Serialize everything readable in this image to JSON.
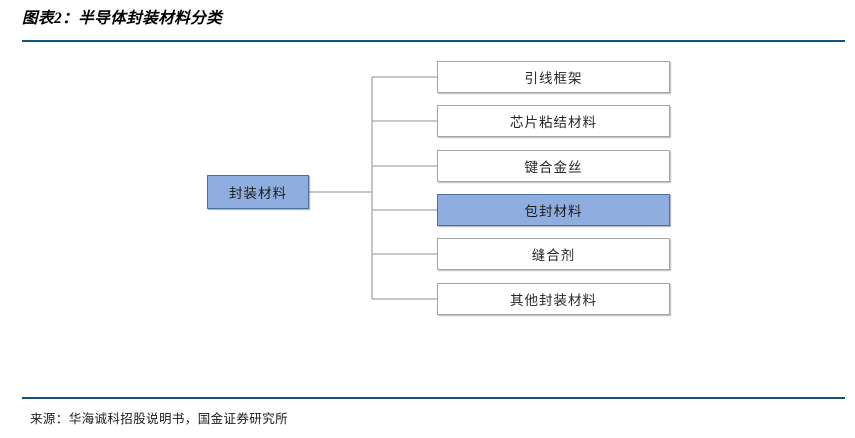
{
  "figure": {
    "title": "图表2：半导体封装材料分类",
    "source": "来源：华海诚科招股说明书，国金证券研究所"
  },
  "colors": {
    "rule": "#14537f",
    "highlight_fill": "#8faee0",
    "highlight_border": "#4a6fa5",
    "node_border": "#a6a6a6",
    "node_fill": "#ffffff",
    "text": "#262626"
  },
  "diagram": {
    "type": "tree",
    "root": {
      "label": "封装材料",
      "highlighted": true
    },
    "children": [
      {
        "label": "引线框架",
        "highlighted": false
      },
      {
        "label": "芯片粘结材料",
        "highlighted": false
      },
      {
        "label": "键合金丝",
        "highlighted": false
      },
      {
        "label": "包封材料",
        "highlighted": true
      },
      {
        "label": "缝合剂",
        "highlighted": false
      },
      {
        "label": "其他封装材料",
        "highlighted": false
      }
    ]
  }
}
